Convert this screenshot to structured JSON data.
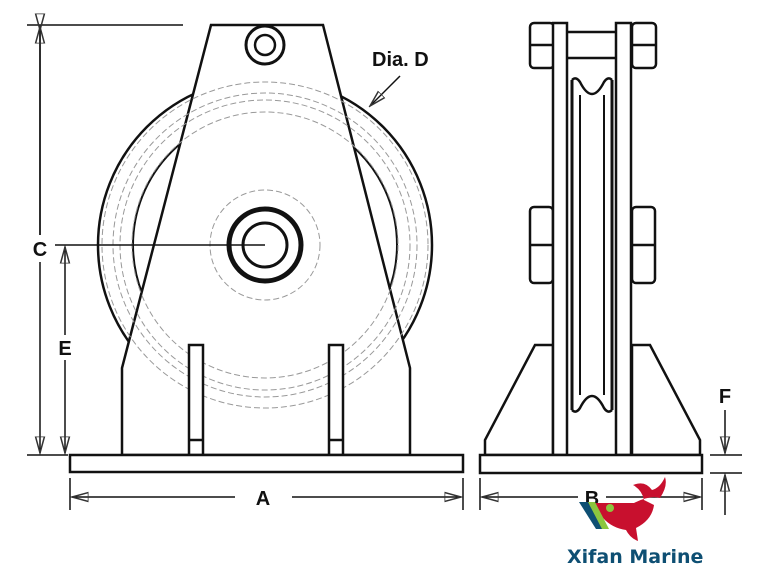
{
  "labels": {
    "a": "A",
    "b": "B",
    "c": "C",
    "e": "E",
    "f": "F",
    "dia": "Dia. D"
  },
  "logo": {
    "text": "Xifan Marine",
    "colors": {
      "fish": "#c8102e",
      "stripe_blue": "#0e4f73",
      "stripe_green": "#8cc63f",
      "text": "#0e4f73"
    }
  }
}
